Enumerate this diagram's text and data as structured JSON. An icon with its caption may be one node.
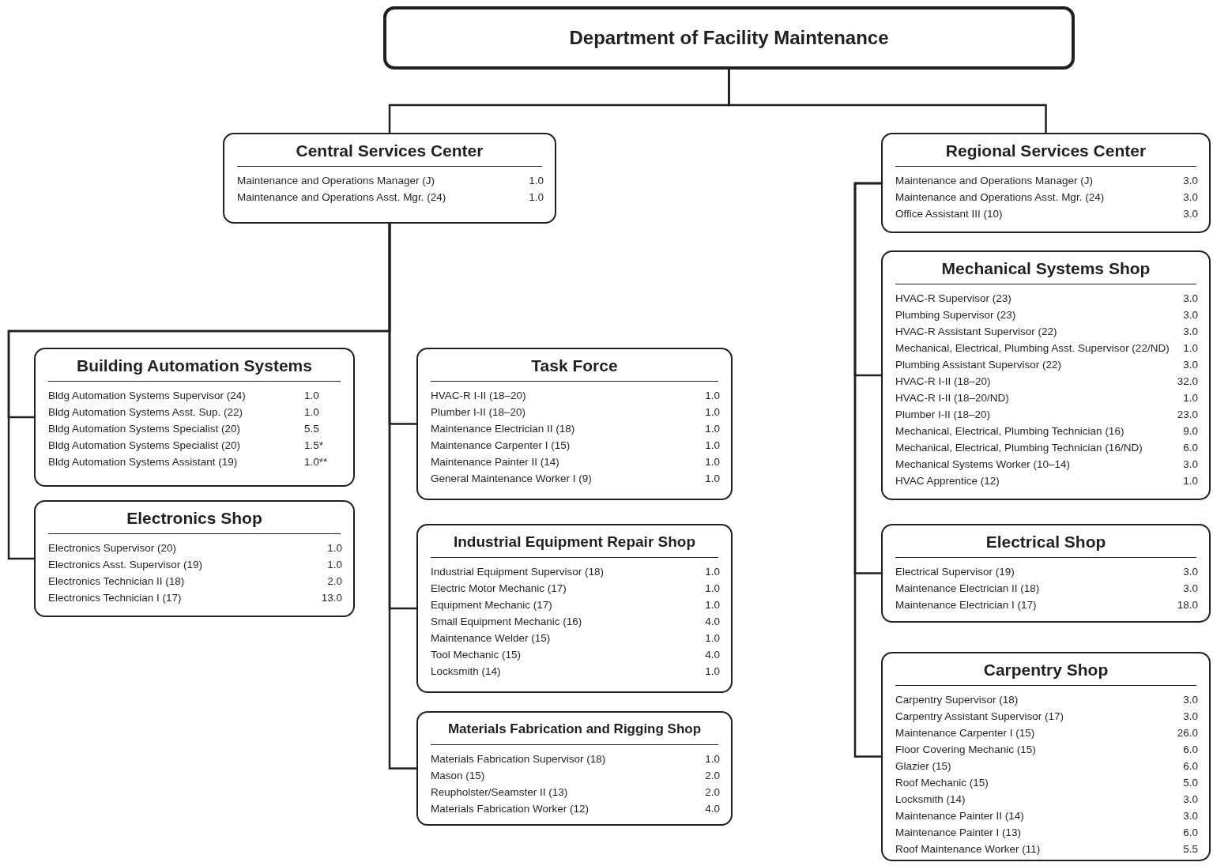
{
  "diagram": {
    "nodes": [
      {
        "text": [
          "Department of Facility Maintenance"
        ]
      },
      {
        "text": [
          "Central Services Center",
          "Maintenance and Operations Manager (J)",
          "1.0",
          "Maintenance and Operations Asst. Mgr. (24)",
          "1.0"
        ]
      },
      {
        "text": [
          "Regional Services Center",
          "Maintenance and Operations Manager (J)",
          "3.0",
          "Maintenance and Operations Asst. Mgr. (24)",
          "3.0",
          "Office Assistant III (10)",
          "3.0"
        ]
      },
      {
        "text": [
          "Building Automation Systems",
          "Bldg Automation Systems Supervisor (24)",
          "1.0",
          "Bldg Automation Systems Asst. Sup. (22)",
          "1.0",
          "Bldg Automation Systems Specialist (20)",
          "5.5",
          "Bldg Automation Systems Specialist (20)",
          "1.5*",
          "Bldg Automation Systems Assistant (19)",
          "1.0**"
        ]
      },
      {
        "text": [
          "Electronics Shop",
          "Electronics Supervisor (20)",
          "1.0",
          "Electronics Asst. Supervisor (19)",
          "1.0",
          "Electronics Technician II (18)",
          "2.0",
          "Electronics Technician I (17)",
          "13.0"
        ]
      },
      {
        "text": [
          "Task Force",
          "HVAC-R I-II (18–20)",
          "1.0",
          "Plumber I-II (18–20)",
          "1.0",
          "Maintenance Electrician II (18)",
          "1.0",
          "Maintenance Carpenter I (15)",
          "1.0",
          "Maintenance Painter II (14)",
          "1.0",
          "General Maintenance Worker I (9)",
          "1.0"
        ]
      },
      {
        "text": [
          "Industrial Equipment Repair Shop",
          "Industrial Equipment Supervisor (18)",
          "1.0",
          "Electric Motor Mechanic (17)",
          "1.0",
          "Equipment Mechanic (17)",
          "1.0",
          "Small Equipment Mechanic (16)",
          "4.0",
          "Maintenance Welder (15)",
          "1.0",
          "Tool Mechanic (15)",
          "4.0",
          "Locksmith (14)",
          "1.0"
        ]
      },
      {
        "text": [
          "Materials Fabrication and Rigging Shop",
          "Materials Fabrication Supervisor (18)",
          "1.0",
          "Mason (15)",
          "2.0",
          "Reupholster/Seamster II (13)",
          "2.0",
          "Materials Fabrication Worker (12)",
          "4.0"
        ]
      },
      {
        "text": [
          "Mechanical Systems Shop",
          "HVAC-R Supervisor (23)",
          "3.0",
          "Plumbing Supervisor (23)",
          "3.0",
          "HVAC-R Assistant Supervisor (22)",
          "3.0",
          "Mechanical, Electrical, Plumbing Asst. Supervisor (22/ND)",
          "1.0",
          "Plumbing Assistant Supervisor (22)",
          "3.0",
          "HVAC-R I-II (18–20)",
          "32.0",
          "HVAC-R I-II (18–20/ND)",
          "1.0",
          "Plumber I-II (18–20)",
          "23.0",
          "Mechanical, Electrical, Plumbing Technician (16)",
          "9.0",
          "Mechanical, Electrical, Plumbing Technician (16/ND)",
          "6.0",
          "Mechanical Systems Worker (10–14)",
          "3.0",
          "HVAC Apprentice (12)",
          "1.0"
        ]
      },
      {
        "text": [
          "Electrical Shop",
          "Electrical Supervisor (19)",
          "3.0",
          "Maintenance Electrician II (18)",
          "3.0",
          "Maintenance Electrician I (17)",
          "18.0"
        ]
      },
      {
        "text": [
          "Carpentry Shop",
          "Carpentry Supervisor (18)",
          "3.0",
          "Carpentry Assistant Supervisor (17)",
          "3.0",
          "Maintenance Carpenter I (15)",
          "26.0",
          "Floor Covering Mechanic (15)",
          "6.0",
          "Glazier (15)",
          "6.0",
          "Roof Mechanic (15)",
          "5.0",
          "Locksmith (14)",
          "3.0",
          "Maintenance Painter II (14)",
          "3.0",
          "Maintenance Painter I (13)",
          "6.0",
          "Roof Maintenance Worker (11)",
          "5.5"
        ]
      }
    ],
    "edges": [
      {
        "from": 0,
        "to": 1,
        "arrow": "none"
      },
      {
        "from": 0,
        "to": 2,
        "arrow": "none"
      },
      {
        "from": 1,
        "to": 3,
        "arrow": "none"
      },
      {
        "from": 1,
        "to": 4,
        "arrow": "none"
      },
      {
        "from": 1,
        "to": 5,
        "arrow": "none"
      },
      {
        "from": 1,
        "to": 6,
        "arrow": "none"
      },
      {
        "from": 1,
        "to": 7,
        "arrow": "none"
      },
      {
        "from": 2,
        "to": 8,
        "arrow": "none"
      },
      {
        "from": 2,
        "to": 9,
        "arrow": "none"
      },
      {
        "from": 2,
        "to": 10,
        "arrow": "none"
      }
    ]
  }
}
